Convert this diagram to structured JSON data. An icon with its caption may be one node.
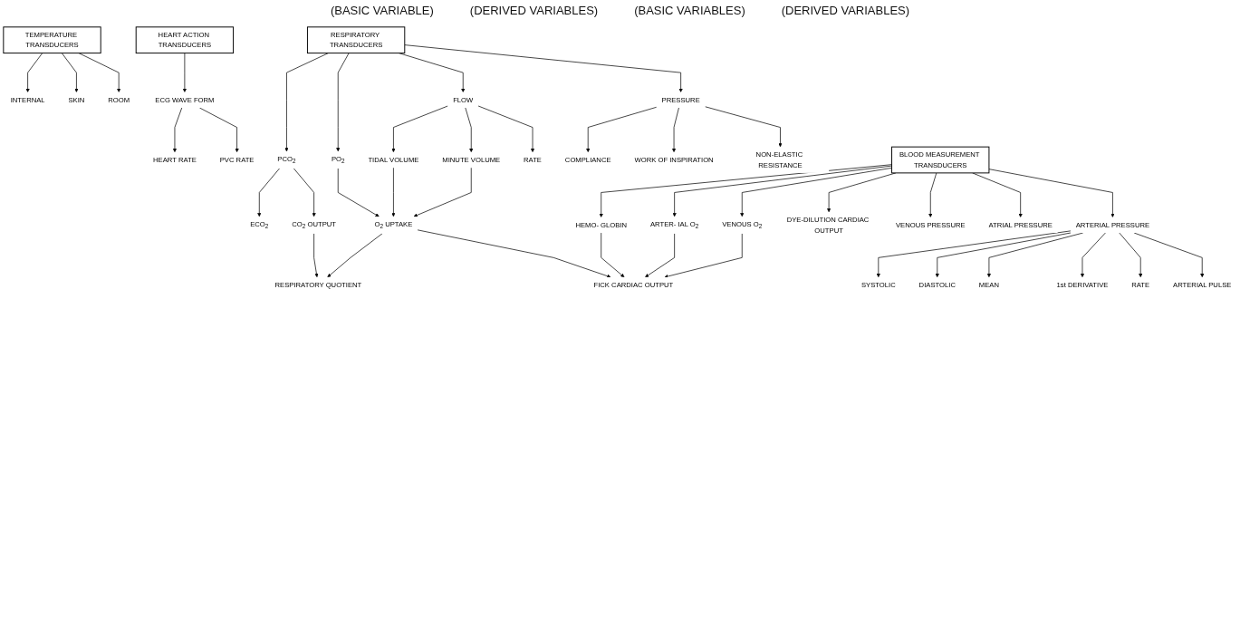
{
  "diagram": {
    "nodes": [
      {
        "text": [
          "TEMPERATURE TRANSDUCERS"
        ]
      },
      {
        "text": [
          "INTERNAL"
        ]
      },
      {
        "text": [
          "SKIN"
        ]
      },
      {
        "text": [
          "ROOM"
        ]
      },
      {
        "text": [
          "HEART ACTION TRANSDUCERS"
        ]
      },
      {
        "text": [
          "ECG WAVE FORM"
        ]
      },
      {
        "text": [
          "HEART RATE"
        ]
      },
      {
        "text": [
          "PVC RATE"
        ]
      },
      {
        "text": [
          "RESPIRATORY TRANSDUCERS"
        ]
      },
      {
        "text": [
          "PCO$_{2}$"
        ]
      },
      {
        "text": [
          "PO$_{2}$"
        ]
      },
      {
        "text": [
          "FLOW"
        ]
      },
      {
        "text": [
          "PRESSURE"
        ]
      },
      {
        "text": [
          "ECO$_{2}$"
        ]
      },
      {
        "text": [
          "CO$_{2}$ OUTPUT"
        ]
      },
      {
        "text": [
          "TIDAL VOLUME"
        ]
      },
      {
        "text": [
          "MINUTE VOLUME"
        ]
      },
      {
        "text": [
          "RATE"
        ]
      },
      {
        "text": [
          "COMPLIANCE"
        ]
      },
      {
        "text": [
          "WORK OF INSPIRATION"
        ]
      },
      {
        "text": [
          "NON-ELASTIC RESISTANCE"
        ]
      },
      {
        "text": [
          "O$_{2}$ UPTAKE"
        ]
      },
      {
        "text": [
          "RESPIRATORY QUOTIENT"
        ]
      },
      {
        "text": [
          "BLOOD MEASUREMENT TRANSDUCERS"
        ]
      },
      {
        "text": [
          "HEMO- GLOBIN"
        ]
      },
      {
        "text": [
          "ARTER- IAL O$_{2}$"
        ]
      },
      {
        "text": [
          "VENOUS O$_{2}$"
        ]
      },
      {
        "text": [
          "VENOUS PRESSURE"
        ]
      },
      {
        "text": [
          "ATRIAL PRESSURE"
        ]
      },
      {
        "text": [
          "ARTERIAL PRESSURE"
        ]
      },
      {
        "text": [
          "SYSTOLIC"
        ]
      },
      {
        "text": [
          "DIASTOLIC"
        ]
      },
      {
        "text": [
          "MEAN"
        ]
      },
      {
        "text": [
          "1st DERIVATIVE"
        ]
      },
      {
        "text": [
          "RATE"
        ]
      },
      {
        "text": [
          "ARTERIAL PULSE"
        ]
      },
      {
        "text": [
          "FICK CARDIAC OUTPUT"
        ]
      },
      {
        "text": [
          "DYE-DILUTION CARDIAC OUTPUT"
        ]
      }
    ],
    "edges": [
      {
        "from": 0,
        "to": 1,
        "arrow": "to"
      },
      {
        "from": 0,
        "to": 2,
        "arrow": "to"
      },
      {
        "from": 0,
        "to": 3,
        "arrow": "to"
      },
      {
        "from": 4,
        "to": 5,
        "arrow": "to"
      },
      {
        "from": 5,
        "to": 6,
        "arrow": "to"
      },
      {
        "from": 5,
        "to": 7,
        "arrow": "to"
      },
      {
        "from": 8,
        "to": 9,
        "arrow": "to"
      },
      {
        "from": 8,
        "to": 10,
        "arrow": "to"
      },
      {
        "from": 8,
        "to": 11,
        "arrow": "to"
      },
      {
        "from": 8,
        "to": 12,
        "arrow": "to"
      },
      {
        "from": 9,
        "to": 13,
        "arrow": "to"
      },
      {
        "from": 9,
        "to": 14,
        "arrow": "to"
      },
      {
        "from": 11,
        "to": 15,
        "arrow": "to"
      },
      {
        "from": 11,
        "to": 16,
        "arrow": "to"
      },
      {
        "from": 11,
        "to": 17,
        "arrow": "to"
      },
      {
        "from": 12,
        "to": 18,
        "arrow": "to"
      },
      {
        "from": 12,
        "to": 19,
        "arrow": "to"
      },
      {
        "from": 12,
        "to": 20,
        "arrow": "to"
      },
      {
        "from": 10,
        "to": 21,
        "arrow": "to"
      },
      {
        "from": 15,
        "to": 21,
        "arrow": "to"
      },
      {
        "from": 16,
        "to": 21,
        "arrow": "to"
      },
      {
        "from": 14,
        "to": 22,
        "arrow": "to"
      },
      {
        "from": 21,
        "to": 22,
        "arrow": "to"
      },
      {
        "from": 23,
        "to": 24,
        "arrow": "to"
      },
      {
        "from": 23,
        "to": 25,
        "arrow": "to"
      },
      {
        "from": 23,
        "to": 26,
        "arrow": "to"
      },
      {
        "from": 23,
        "to": 37,
        "arrow": "to"
      },
      {
        "from": 23,
        "to": 27,
        "arrow": "to"
      },
      {
        "from": 23,
        "to": 28,
        "arrow": "to"
      },
      {
        "from": 23,
        "to": 29,
        "arrow": "to"
      },
      {
        "from": 29,
        "to": 30,
        "arrow": "to"
      },
      {
        "from": 29,
        "to": 31,
        "arrow": "to"
      },
      {
        "from": 29,
        "to": 32,
        "arrow": "to"
      },
      {
        "from": 29,
        "to": 33,
        "arrow": "to"
      },
      {
        "from": 29,
        "to": 34,
        "arrow": "to"
      },
      {
        "from": 29,
        "to": 35,
        "arrow": "to"
      },
      {
        "from": 24,
        "to": 36,
        "arrow": "to"
      },
      {
        "from": 25,
        "to": 36,
        "arrow": "to"
      },
      {
        "from": 26,
        "to": 36,
        "arrow": "to"
      },
      {
        "from": 21,
        "to": 36,
        "arrow": "to"
      }
    ],
    "labels": [
      "(BASIC VARIABLE)",
      "(DERIVED VARIABLES)",
      "(BASIC VARIABLES)",
      "(DERIVED VARIABLES)"
    ]
  }
}
